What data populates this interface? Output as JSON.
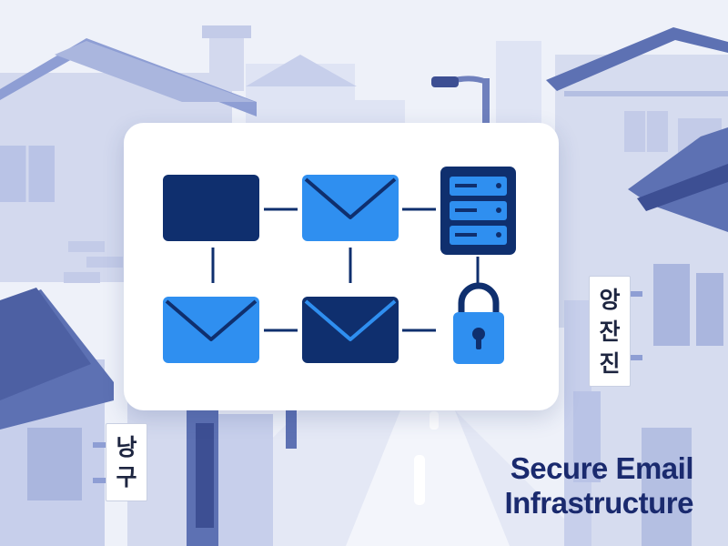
{
  "colors": {
    "background": "#eef1f9",
    "building_light": "#d3d9ee",
    "building_mid": "#aab6de",
    "roof": "#5d71b3",
    "navy": "#0f2f6e",
    "accent_blue": "#2f8ff0",
    "card": "#ffffff",
    "title_text": "#1a2a6e"
  },
  "icons": {
    "row1": [
      "dark-rectangle-icon",
      "envelope-icon",
      "server-icon"
    ],
    "row2": [
      "envelope-icon",
      "envelope-icon",
      "padlock-icon"
    ]
  },
  "signs": {
    "right": [
      "앙",
      "잔",
      "진"
    ],
    "left": [
      "낭",
      "구"
    ]
  },
  "title": {
    "line1": "Secure Email",
    "line2": "Infrastructure"
  }
}
